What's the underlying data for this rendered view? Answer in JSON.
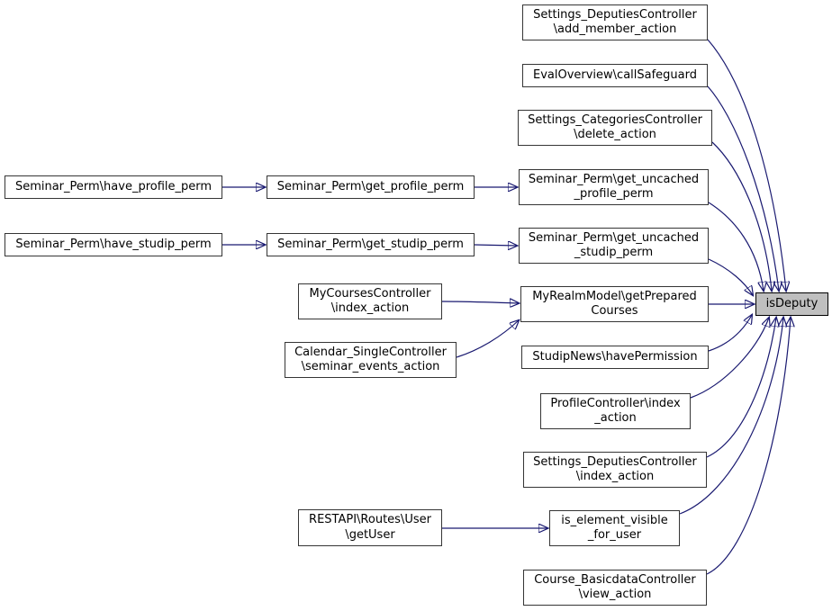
{
  "graph": {
    "target_function": "isDeputy",
    "colors": {
      "edge": "#191970",
      "node_fill": "#ffffff",
      "node_border": "#353535",
      "highlight_fill": "#bfbfbf",
      "highlight_border": "#000000",
      "text": "#000000"
    },
    "nodes": [
      {
        "id": "settings-deputies-add-member",
        "label": "Settings_DeputiesController\n\\add_member_action"
      },
      {
        "id": "evaloverview-callsafeguard",
        "label": "EvalOverview\\callSafeguard"
      },
      {
        "id": "settings-categories-delete",
        "label": "Settings_CategoriesController\n\\delete_action"
      },
      {
        "id": "seminar-perm-have-profile-perm",
        "label": "Seminar_Perm\\have_profile_perm"
      },
      {
        "id": "seminar-perm-get-profile-perm",
        "label": "Seminar_Perm\\get_profile_perm"
      },
      {
        "id": "seminar-perm-get-uncached-profile-perm",
        "label": "Seminar_Perm\\get_uncached\n_profile_perm"
      },
      {
        "id": "seminar-perm-have-studip-perm",
        "label": "Seminar_Perm\\have_studip_perm"
      },
      {
        "id": "seminar-perm-get-studip-perm",
        "label": "Seminar_Perm\\get_studip_perm"
      },
      {
        "id": "seminar-perm-get-uncached-studip-perm",
        "label": "Seminar_Perm\\get_uncached\n_studip_perm"
      },
      {
        "id": "mycourses-index-action",
        "label": "MyCoursesController\n\\index_action"
      },
      {
        "id": "myrealmmodel-getpreparedcourses",
        "label": "MyRealmModel\\getPrepared\nCourses"
      },
      {
        "id": "calendar-single-seminar-events",
        "label": "Calendar_SingleController\n\\seminar_events_action"
      },
      {
        "id": "studipnews-havepermission",
        "label": "StudipNews\\havePermission"
      },
      {
        "id": "profilecontroller-index-action",
        "label": "ProfileController\\index\n_action"
      },
      {
        "id": "settings-deputies-index-action",
        "label": "Settings_DeputiesController\n\\index_action"
      },
      {
        "id": "restapi-routes-user-getuser",
        "label": "RESTAPI\\Routes\\User\n\\getUser"
      },
      {
        "id": "is-element-visible-for-user",
        "label": "is_element_visible\n_for_user"
      },
      {
        "id": "course-basicdata-view-action",
        "label": "Course_BasicdataController\n\\view_action"
      },
      {
        "id": "isdeputy",
        "label": "isDeputy"
      }
    ],
    "edges": [
      {
        "from": "seminar-perm-have-profile-perm",
        "to": "seminar-perm-get-profile-perm"
      },
      {
        "from": "seminar-perm-get-profile-perm",
        "to": "seminar-perm-get-uncached-profile-perm"
      },
      {
        "from": "seminar-perm-have-studip-perm",
        "to": "seminar-perm-get-studip-perm"
      },
      {
        "from": "seminar-perm-get-studip-perm",
        "to": "seminar-perm-get-uncached-studip-perm"
      },
      {
        "from": "mycourses-index-action",
        "to": "myrealmmodel-getpreparedcourses"
      },
      {
        "from": "calendar-single-seminar-events",
        "to": "myrealmmodel-getpreparedcourses"
      },
      {
        "from": "restapi-routes-user-getuser",
        "to": "is-element-visible-for-user"
      },
      {
        "from": "settings-deputies-add-member",
        "to": "isdeputy"
      },
      {
        "from": "evaloverview-callsafeguard",
        "to": "isdeputy"
      },
      {
        "from": "settings-categories-delete",
        "to": "isdeputy"
      },
      {
        "from": "seminar-perm-get-uncached-profile-perm",
        "to": "isdeputy"
      },
      {
        "from": "seminar-perm-get-uncached-studip-perm",
        "to": "isdeputy"
      },
      {
        "from": "myrealmmodel-getpreparedcourses",
        "to": "isdeputy"
      },
      {
        "from": "studipnews-havepermission",
        "to": "isdeputy"
      },
      {
        "from": "profilecontroller-index-action",
        "to": "isdeputy"
      },
      {
        "from": "settings-deputies-index-action",
        "to": "isdeputy"
      },
      {
        "from": "is-element-visible-for-user",
        "to": "isdeputy"
      },
      {
        "from": "course-basicdata-view-action",
        "to": "isdeputy"
      }
    ]
  }
}
